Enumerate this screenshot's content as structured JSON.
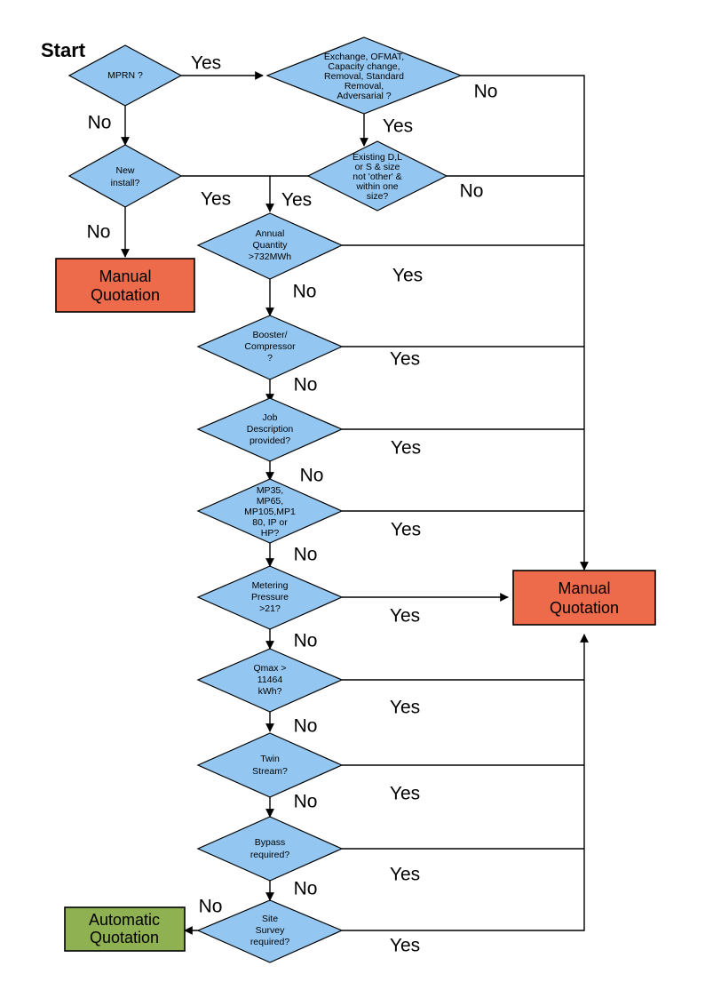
{
  "diagram": {
    "title_label": "Start",
    "colors": {
      "decision_fill": "#93C6F0",
      "manual_fill": "#ED6B4B",
      "automatic_fill": "#8FB152",
      "line": "#000000",
      "background": "#FFFFFF"
    },
    "decisions": [
      {
        "id": "mprn",
        "lines": [
          "MPRN ?"
        ]
      },
      {
        "id": "exchange",
        "lines": [
          "Exchange, OFMAT,",
          "Capacity change,",
          "Removal, Standard",
          "Removal,",
          "Adversarial ?"
        ]
      },
      {
        "id": "new-install",
        "lines": [
          "New",
          "install?"
        ]
      },
      {
        "id": "existing-dls",
        "lines": [
          "Existing D,L",
          "or S & size",
          "not 'other' &",
          "within one",
          "size?"
        ]
      },
      {
        "id": "annual-quantity",
        "lines": [
          "Annual",
          "Quantity",
          ">732MWh"
        ]
      },
      {
        "id": "booster-compressor",
        "lines": [
          "Booster/",
          "Compressor",
          "?"
        ]
      },
      {
        "id": "job-description",
        "lines": [
          "Job",
          "Description",
          "provided?"
        ]
      },
      {
        "id": "meter-type",
        "lines": [
          "MP35,",
          "MP65,",
          "MP105,MP1",
          "80, IP or",
          "HP?"
        ]
      },
      {
        "id": "metering-pressure",
        "lines": [
          "Metering",
          "Pressure",
          ">21?"
        ]
      },
      {
        "id": "qmax",
        "lines": [
          "Qmax >",
          "11464",
          "kWh?"
        ]
      },
      {
        "id": "twin-stream",
        "lines": [
          "Twin",
          "Stream?"
        ]
      },
      {
        "id": "bypass",
        "lines": [
          "Bypass",
          "required?"
        ]
      },
      {
        "id": "site-survey",
        "lines": [
          "Site",
          "Survey",
          "required?"
        ]
      }
    ],
    "terminals": [
      {
        "id": "manual-left",
        "lines": [
          "Manual",
          "Quotation"
        ],
        "type": "manual"
      },
      {
        "id": "manual-right",
        "lines": [
          "Manual",
          "Quotation"
        ],
        "type": "manual"
      },
      {
        "id": "automatic",
        "lines": [
          "Automatic",
          "Quotation"
        ],
        "type": "automatic"
      }
    ],
    "edge_labels": {
      "mprn_yes": "Yes",
      "mprn_no": "No",
      "exchange_no": "No",
      "exchange_yes": "Yes",
      "new_install_yes": "Yes",
      "new_install_no": "No",
      "existing_yes": "Yes",
      "existing_no": "No",
      "annual_yes": "Yes",
      "annual_no": "No",
      "booster_yes": "Yes",
      "booster_no": "No",
      "job_yes": "Yes",
      "job_no": "No",
      "meter_type_yes": "Yes",
      "meter_type_no": "No",
      "metering_pressure_yes": "Yes",
      "metering_pressure_no": "No",
      "qmax_yes": "Yes",
      "qmax_no": "No",
      "twin_yes": "Yes",
      "twin_no": "No",
      "bypass_yes": "Yes",
      "bypass_no": "No",
      "site_survey_yes": "Yes",
      "site_survey_no": "No"
    }
  }
}
